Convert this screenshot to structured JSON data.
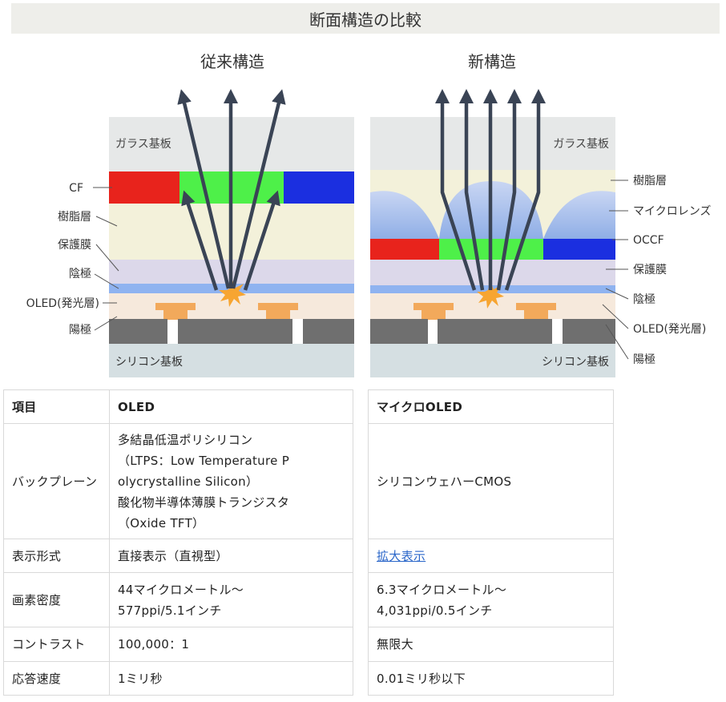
{
  "page_title": "断面構造の比較",
  "diagram": {
    "left_title": "従来構造",
    "right_title": "新構造",
    "left_labels": {
      "glass": "ガラス基板",
      "cf": "CF",
      "resin": "樹脂層",
      "protective": "保護膜",
      "cathode": "陰極",
      "oled": "OLED(発光層)",
      "anode": "陽極",
      "silicon": "シリコン基板"
    },
    "right_labels": {
      "glass": "ガラス基板",
      "resin": "樹脂層",
      "microlens": "マイクロレンズ",
      "occf": "OCCF",
      "protective": "保護膜",
      "cathode": "陰極",
      "oled": "OLED(発光層)",
      "anode": "陽極",
      "silicon": "シリコン基板"
    },
    "colors": {
      "glass": "#e6e8e8",
      "resin": "#f3f1da",
      "protective": "#dcd8ea",
      "cathode": "#8fb3f0",
      "oled": "#f6e9dc",
      "electrode": "#f2a95b",
      "anode_block": "#6f6f6f",
      "silicon": "#d5dfe2",
      "red": "#e8231c",
      "green": "#4ef049",
      "blue": "#1b2fe0",
      "arrow": "#3a4455",
      "burst": "#f7a531",
      "lens": "#a9bde8"
    }
  },
  "table": {
    "headers": [
      "項目",
      "OLED",
      "マイクロOLED"
    ],
    "rows": [
      {
        "item": "バックプレーン",
        "oled": [
          "多結晶低温ポリシリコン",
          "（LTPS：Low Temperature P",
          "olycrystalline Silicon）",
          "酸化物半導体薄膜トランジスタ",
          "（Oxide TFT）"
        ],
        "micro": "シリコンウェハーCMOS"
      },
      {
        "item": "表示形式",
        "oled": "直接表示（直視型）",
        "micro": "拡大表示"
      },
      {
        "item": "画素密度",
        "oled": [
          "44マイクロメートル～",
          "577ppi/5.1インチ"
        ],
        "micro": [
          "6.3マイクロメートル～",
          "4,031ppi/0.5インチ"
        ]
      },
      {
        "item": "コントラスト",
        "oled": "100,000：1",
        "micro": "無限大"
      },
      {
        "item": "応答速度",
        "oled": "1ミリ秒",
        "micro": "0.01ミリ秒以下"
      }
    ]
  }
}
